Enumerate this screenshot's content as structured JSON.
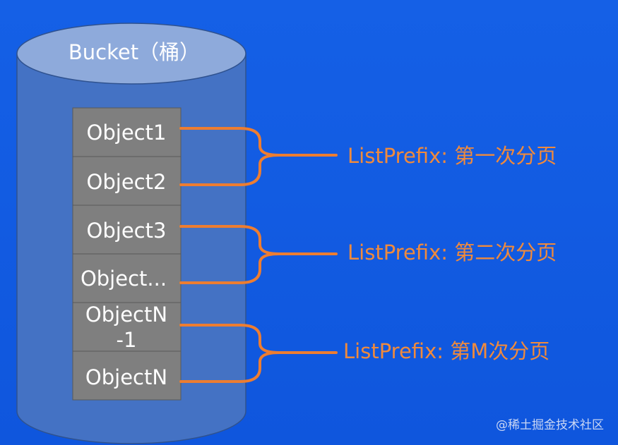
{
  "bucket": {
    "label": "Bucket（桶）"
  },
  "objects": [
    {
      "label": "Object1"
    },
    {
      "label": "Object2"
    },
    {
      "label": "Object3"
    },
    {
      "label": "Object..."
    },
    {
      "label": "ObjectN",
      "label_line2": "-1"
    },
    {
      "label": "ObjectN"
    }
  ],
  "pages": [
    {
      "label": "ListPrefix: 第一次分页"
    },
    {
      "label": "ListPrefix: 第二次分页"
    },
    {
      "label": "ListPrefix: 第M次分页"
    }
  ],
  "watermark": {
    "text": "@稀土掘金技术社区"
  },
  "colors": {
    "background": "#1059e0",
    "bucket_body": "#4472c4",
    "bucket_top": "#8eaadb",
    "object_box": "#7f7f7f",
    "brace": "#ed7d31"
  }
}
